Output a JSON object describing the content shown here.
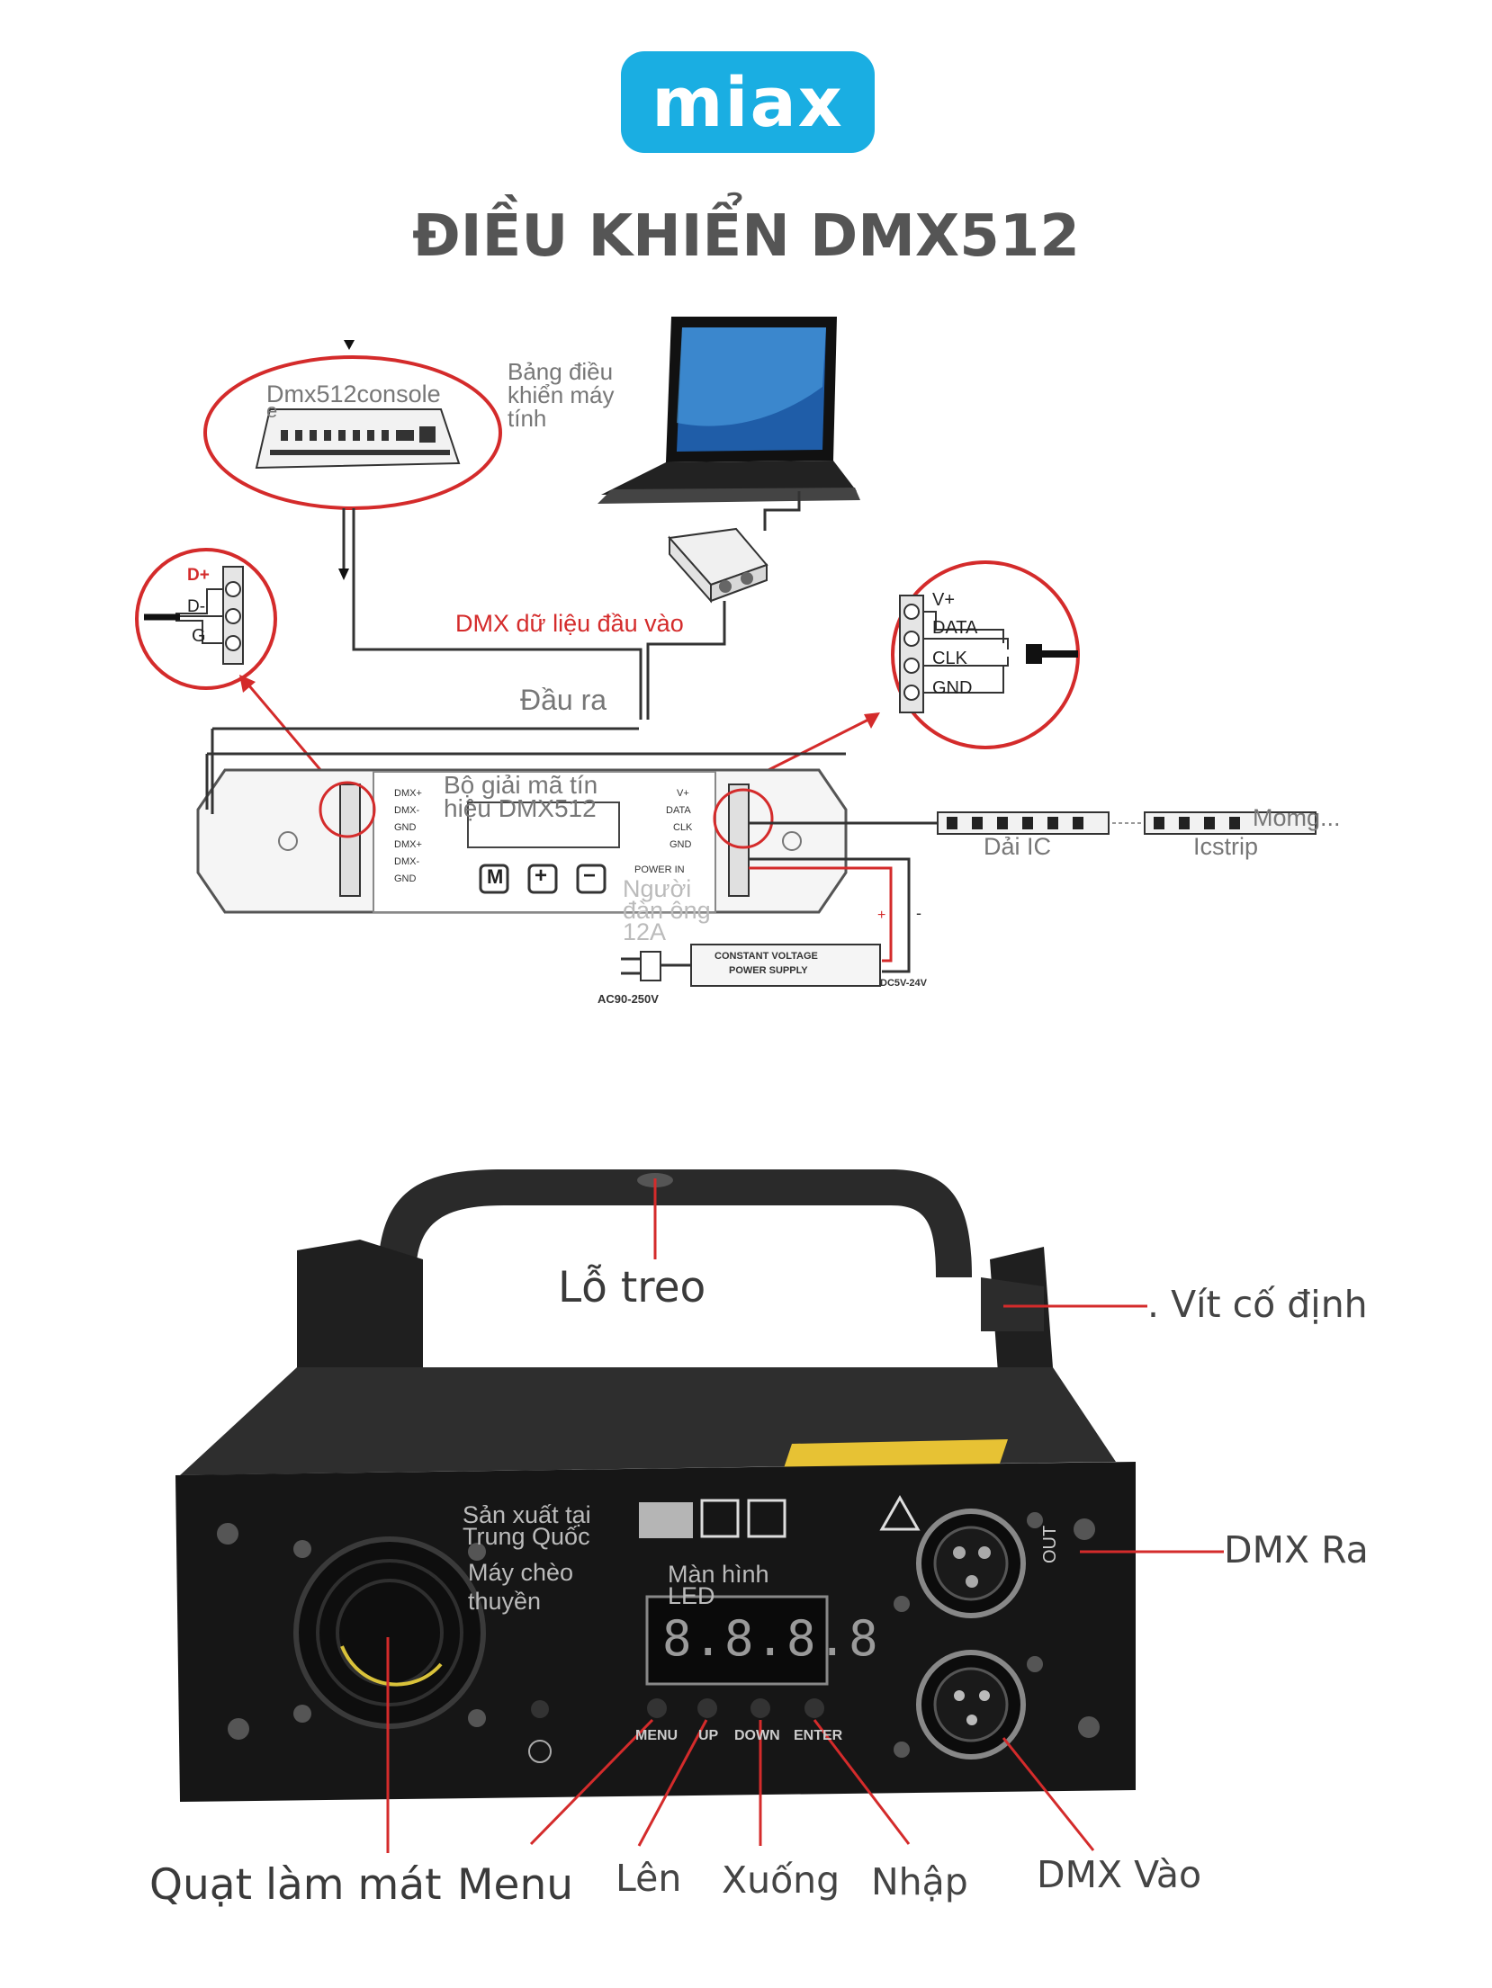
{
  "brand": {
    "logo_text": "miax",
    "logo_color": "#1aaee2"
  },
  "page_title": "ĐIỀU KHIỂN DMX512",
  "wiring_diagram": {
    "console": "Dmx512console",
    "console_suffix": "e",
    "computer_panel": "Bảng điều khiển máy tính",
    "dmx_input_data": "DMX dữ liệu đầu vào",
    "output": "Đầu ra",
    "decoder": "Bộ giải mã tín hiệu DMX512",
    "pins_left": [
      "D+",
      "D-",
      "G"
    ],
    "pins_right": [
      "V+",
      "DATA",
      "CLK",
      "GND"
    ],
    "ic_strip": "Dải IC",
    "ic_strip_2": "Icstrip",
    "ic_strip_more": "Momg...",
    "current": "Người đàn ông 12A",
    "power_supply": [
      "CONSTANT VOLTAGE",
      "POWER SUPPLY"
    ],
    "ac_input": "AC90-250V",
    "dc_output": "DC5V-24V",
    "plus": "+",
    "minus": "-",
    "decoder_buttons": [
      "M",
      "+",
      "−"
    ],
    "decoder_left_pins": [
      "DMX+",
      "DMX-",
      "GND",
      "DMX+",
      "DMX-",
      "GND"
    ],
    "decoder_right_pins": [
      "V+",
      "DATA",
      "CLK",
      "GND",
      "POWER IN"
    ]
  },
  "device_diagram": {
    "hanging_hole": "Lỗ treo",
    "fixing_screw": ". Vít cố định",
    "dmx_out": "DMX Ra",
    "made_in": "Sản xuất tại Trung Quốc",
    "boat_machine": "Máy chèo thuyền",
    "led_screen": "Màn hình LED",
    "led_digits": "8.8.8.8",
    "panel_buttons": [
      "MENU",
      "UP",
      "DOWN",
      "ENTER"
    ],
    "out_mark": "OUT",
    "cooling_fan": "Quạt làm mát",
    "menu": "Menu",
    "up": "Lên",
    "down": "Xuống",
    "enter": "Nhập",
    "dmx_in": "DMX Vào"
  }
}
